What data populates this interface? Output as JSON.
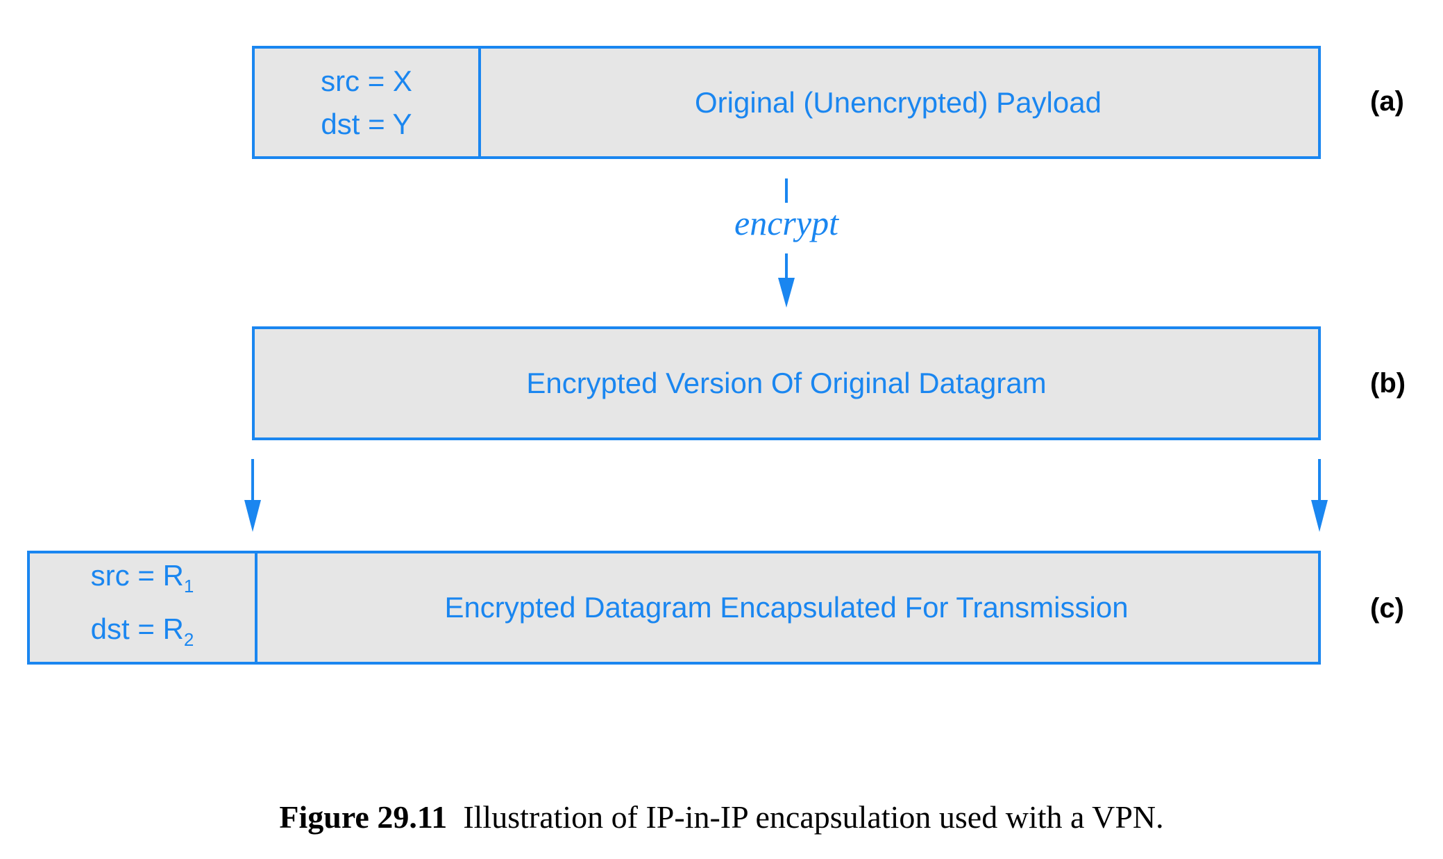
{
  "rows": {
    "a": {
      "label": "(a)",
      "src": "src = X",
      "dst": "dst = Y",
      "payload": "Original (Unencrypted) Payload"
    },
    "b": {
      "label": "(b)",
      "payload": "Encrypted Version Of Original Datagram"
    },
    "c": {
      "label": "(c)",
      "src": "src = R",
      "src_sub": "1",
      "dst": "dst = R",
      "dst_sub": "2",
      "payload": "Encrypted Datagram Encapsulated For Transmission"
    }
  },
  "arrow_label": "encrypt",
  "caption": {
    "number": "Figure 29.11",
    "text": "Illustration of IP-in-IP encapsulation used with a VPN."
  },
  "colors": {
    "accent": "#1a86f0",
    "fill": "#e6e6e6"
  }
}
